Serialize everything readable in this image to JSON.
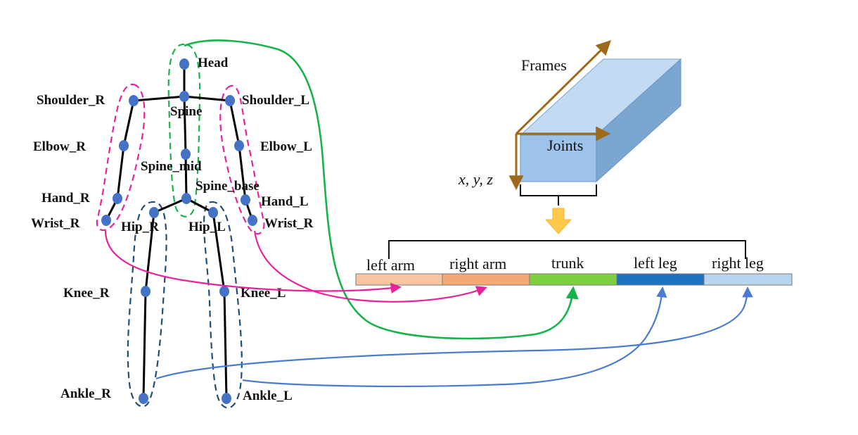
{
  "joints": {
    "head": "Head",
    "spine": "Spine",
    "shoulder_r": "Shoulder_R",
    "shoulder_l": "Shoulder_L",
    "elbow_r": "Elbow_R",
    "elbow_l": "Elbow_L",
    "spine_mid": "Spine_mid",
    "spine_base": "Spine_base",
    "hand_r": "Hand_R",
    "hand_l": "Hand_L",
    "wrist_r_left_side": "Wrist_R",
    "wrist_r_right_side": "Wrist_R",
    "hip_r": "Hip_R",
    "hip_l": "Hip_L",
    "knee_r": "Knee_R",
    "knee_l": "Knee_L",
    "ankle_r": "Ankle_R",
    "ankle_l": "Ankle_L"
  },
  "tensor": {
    "frames_label": "Frames",
    "joints_label": "Joints",
    "coords_label": "x, y, z"
  },
  "segments": [
    {
      "label": "left arm",
      "color": "#f8c5a1"
    },
    {
      "label": "right arm",
      "color": "#f4a875"
    },
    {
      "label": "trunk",
      "color": "#7ed13e"
    },
    {
      "label": "left leg",
      "color": "#1a72c0"
    },
    {
      "label": "right leg",
      "color": "#b8d4ef"
    }
  ],
  "colors": {
    "joint": "#4472c4",
    "arm_group": "#e8239a",
    "trunk_group": "#16b34a",
    "leg_group": "#1f4e79",
    "leg_arrow": "#4a7bd0",
    "axis": "#9c6a1a",
    "box_front": "#9dc3ea",
    "box_top": "#c2dbf3",
    "box_side": "#7aa6d0",
    "down_arrow": "#ffc94a"
  }
}
